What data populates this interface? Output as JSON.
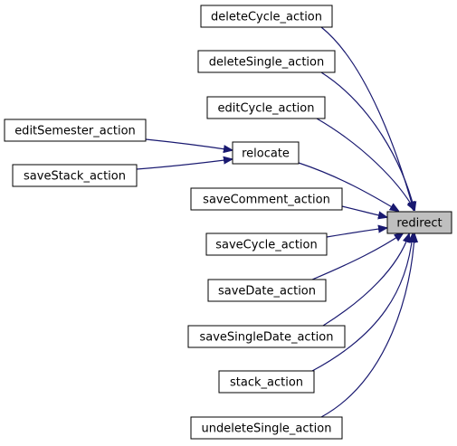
{
  "diagram": {
    "colors": {
      "edge": "#191970",
      "node_fill": "#ffffff",
      "node_border": "#000000",
      "target_fill": "#bfbfbf"
    },
    "nodes": [
      {
        "id": "deleteCycle_action",
        "label": "deleteCycle_action"
      },
      {
        "id": "deleteSingle_action",
        "label": "deleteSingle_action"
      },
      {
        "id": "editCycle_action",
        "label": "editCycle_action"
      },
      {
        "id": "editSemester_action",
        "label": "editSemester_action"
      },
      {
        "id": "saveStack_action",
        "label": "saveStack_action"
      },
      {
        "id": "relocate",
        "label": "relocate"
      },
      {
        "id": "saveComment_action",
        "label": "saveComment_action"
      },
      {
        "id": "saveCycle_action",
        "label": "saveCycle_action"
      },
      {
        "id": "saveDate_action",
        "label": "saveDate_action"
      },
      {
        "id": "saveSingleDate_action",
        "label": "saveSingleDate_action"
      },
      {
        "id": "stack_action",
        "label": "stack_action"
      },
      {
        "id": "undeleteSingle_action",
        "label": "undeleteSingle_action"
      },
      {
        "id": "redirect",
        "label": "redirect",
        "highlighted": true
      }
    ],
    "edges": [
      {
        "from": "deleteCycle_action",
        "to": "redirect"
      },
      {
        "from": "deleteSingle_action",
        "to": "redirect"
      },
      {
        "from": "editCycle_action",
        "to": "redirect"
      },
      {
        "from": "editSemester_action",
        "to": "relocate"
      },
      {
        "from": "saveStack_action",
        "to": "relocate"
      },
      {
        "from": "relocate",
        "to": "redirect"
      },
      {
        "from": "saveComment_action",
        "to": "redirect"
      },
      {
        "from": "saveCycle_action",
        "to": "redirect"
      },
      {
        "from": "saveDate_action",
        "to": "redirect"
      },
      {
        "from": "saveSingleDate_action",
        "to": "redirect"
      },
      {
        "from": "stack_action",
        "to": "redirect"
      },
      {
        "from": "undeleteSingle_action",
        "to": "redirect"
      }
    ]
  }
}
